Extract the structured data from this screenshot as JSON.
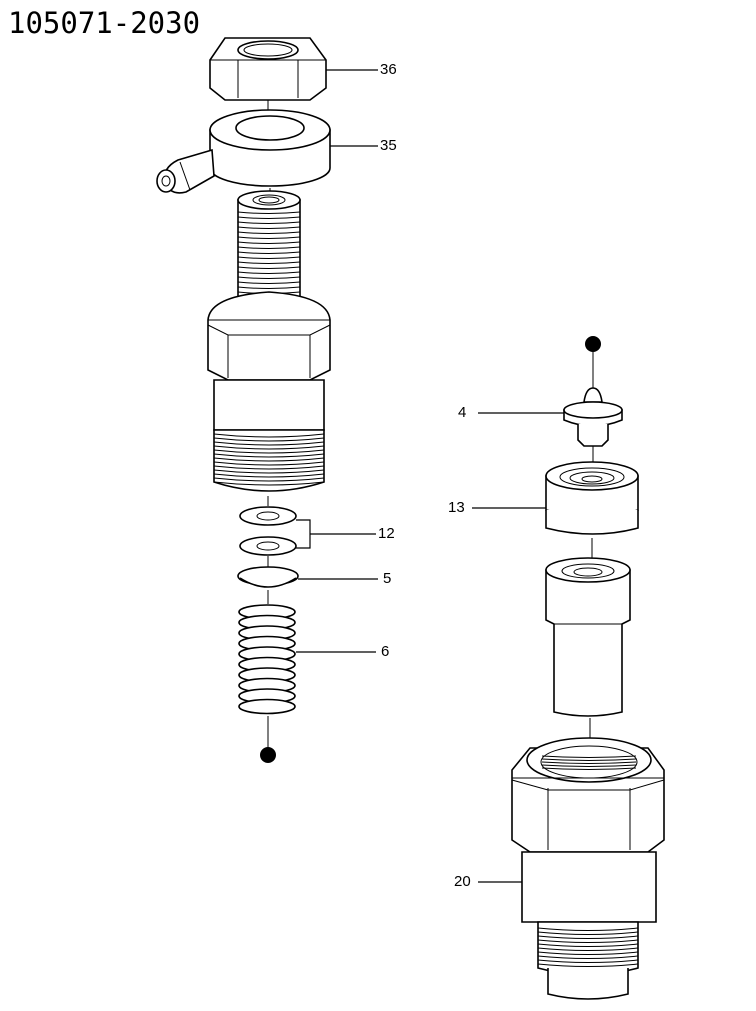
{
  "diagram": {
    "part_number": "105071-2030",
    "callouts": {
      "c36": "36",
      "c35": "35",
      "c12": "12",
      "c5": "5",
      "c6": "6",
      "c4": "4",
      "c13": "13",
      "c20": "20"
    }
  }
}
